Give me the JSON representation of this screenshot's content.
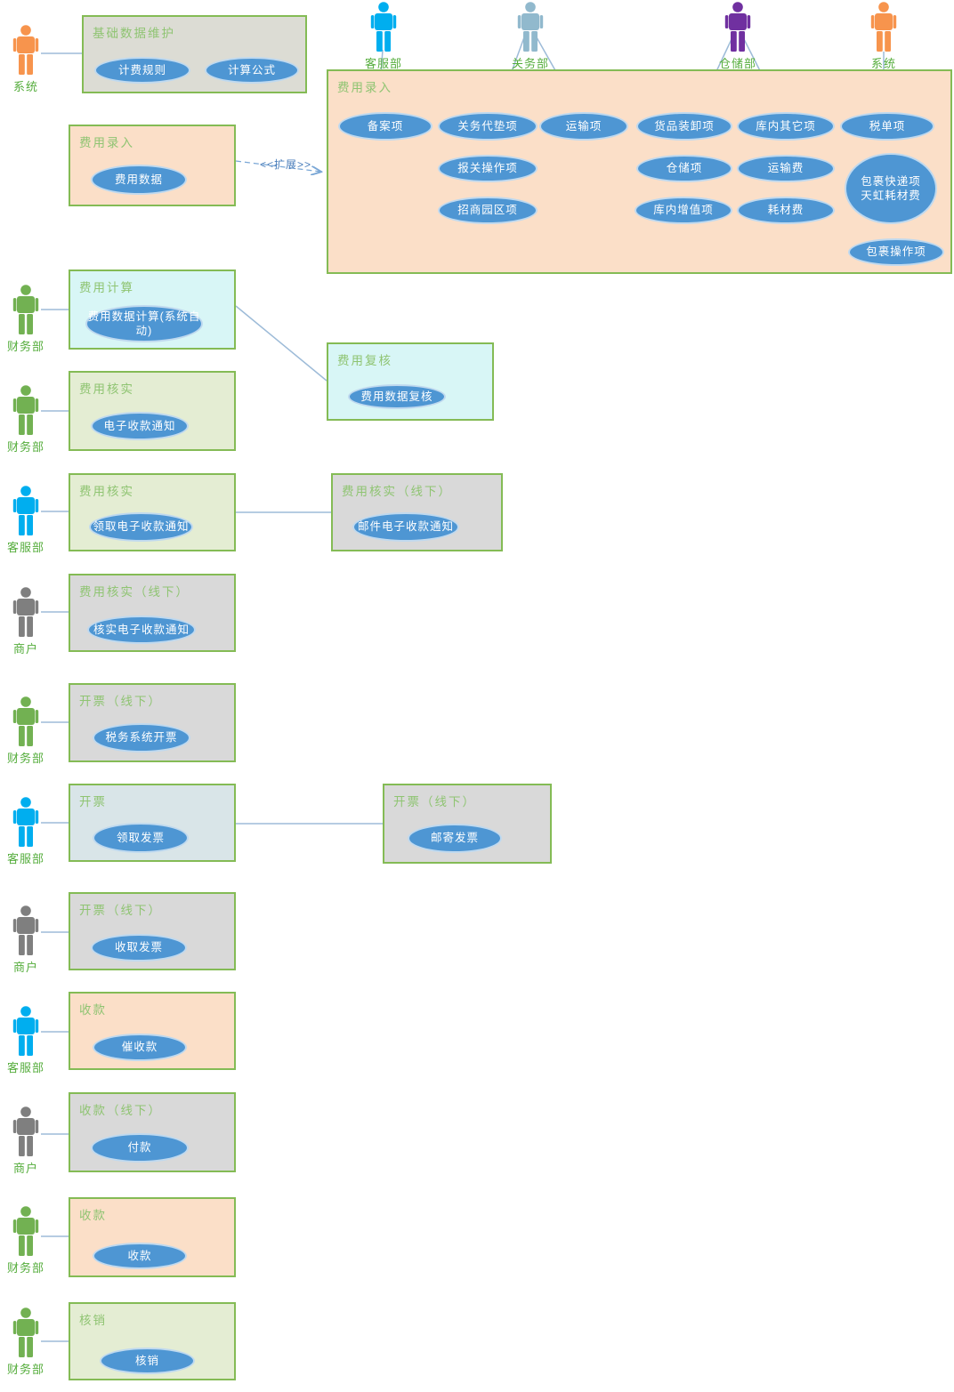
{
  "extend_label": "<<扩展>>",
  "colors": {
    "actor_orange": "#F7944D",
    "actor_blue": "#00AEEF",
    "actor_steel": "#91B9CD",
    "actor_purple": "#7030A0",
    "actor_green": "#72B152",
    "actor_gray": "#7F7F7F",
    "actor_label_green": "#55AD3C",
    "box_border_green": "#84BB55",
    "box_title_green": "#8FC472",
    "box_gray_warm": "#DCDCD4",
    "box_gray": "#D9D9D9",
    "box_peach": "#FBDFC8",
    "box_cyan": "#D8F6F6",
    "box_light_green": "#E4EDD3",
    "box_light_blue": "#D9E5E8",
    "usecase_fill": "#4E96D3",
    "usecase_border": "#BFD9EF",
    "usecase_text": "#FFFFFF",
    "connector_blue": "#9DBBD8"
  },
  "actors": [
    {
      "label": "系统",
      "color": "orange"
    },
    {
      "label": "客服部",
      "color": "blue"
    },
    {
      "label": "关务部",
      "color": "steel"
    },
    {
      "label": "仓储部",
      "color": "purple"
    },
    {
      "label": "系统",
      "color": "orange"
    },
    {
      "label": "财务部",
      "color": "green"
    },
    {
      "label": "财务部",
      "color": "green"
    },
    {
      "label": "客服部",
      "color": "blue"
    },
    {
      "label": "商户",
      "color": "gray"
    },
    {
      "label": "财务部",
      "color": "green"
    },
    {
      "label": "客服部",
      "color": "blue"
    },
    {
      "label": "商户",
      "color": "gray"
    },
    {
      "label": "客服部",
      "color": "blue"
    },
    {
      "label": "商户",
      "color": "gray"
    },
    {
      "label": "财务部",
      "color": "green"
    },
    {
      "label": "财务部",
      "color": "green"
    }
  ],
  "groups": [
    {
      "title": "基础数据维护",
      "usecases": [
        {
          "label": "计费规则"
        },
        {
          "label": "计算公式"
        }
      ]
    },
    {
      "title": "费用录入",
      "usecases": [
        {
          "label": "费用数据"
        }
      ]
    },
    {
      "title": "费用录入",
      "usecases": [
        {
          "label": "备案项"
        },
        {
          "label": "关务代垫项"
        },
        {
          "label": "运输项"
        },
        {
          "label": "货品装卸项"
        },
        {
          "label": "库内其它项"
        },
        {
          "label": "税单项"
        },
        {
          "label": "报关操作项"
        },
        {
          "label": "仓储项"
        },
        {
          "label": "运输费"
        },
        {
          "label": "包裹快递项\n天虹耗材费"
        },
        {
          "label": "招商园区项"
        },
        {
          "label": "库内增值项"
        },
        {
          "label": "耗材费"
        },
        {
          "label": "包裹操作项"
        }
      ]
    },
    {
      "title": "费用计算",
      "usecases": [
        {
          "label": "费用数据计算(系统自动)"
        }
      ]
    },
    {
      "title": "费用复核",
      "usecases": [
        {
          "label": "费用数据复核"
        }
      ]
    },
    {
      "title": "费用核实",
      "usecases": [
        {
          "label": "电子收款通知"
        }
      ]
    },
    {
      "title": "费用核实",
      "usecases": [
        {
          "label": "领取电子收款通知"
        }
      ]
    },
    {
      "title": "费用核实（线下）",
      "usecases": [
        {
          "label": "邮件电子收款通知"
        }
      ]
    },
    {
      "title": "费用核实（线下）",
      "usecases": [
        {
          "label": "核实电子收款通知"
        }
      ]
    },
    {
      "title": "开票（线下）",
      "usecases": [
        {
          "label": "税务系统开票"
        }
      ]
    },
    {
      "title": "开票",
      "usecases": [
        {
          "label": "领取发票"
        }
      ]
    },
    {
      "title": "开票（线下）",
      "usecases": [
        {
          "label": "邮寄发票"
        }
      ]
    },
    {
      "title": "开票（线下）",
      "usecases": [
        {
          "label": "收取发票"
        }
      ]
    },
    {
      "title": "收款",
      "usecases": [
        {
          "label": "催收款"
        }
      ]
    },
    {
      "title": "收款（线下）",
      "usecases": [
        {
          "label": "付款"
        }
      ]
    },
    {
      "title": "收款",
      "usecases": [
        {
          "label": "收款"
        }
      ]
    },
    {
      "title": "核销",
      "usecases": [
        {
          "label": "核销"
        }
      ]
    }
  ]
}
